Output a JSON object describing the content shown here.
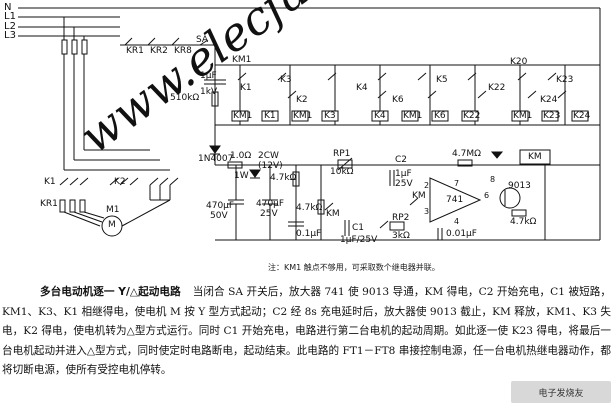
{
  "diagram": {
    "lines": [
      "N",
      "L1",
      "L2",
      "L3"
    ],
    "thermal_relays": [
      "KR1",
      "KR2",
      "KR8"
    ],
    "switch": "SA",
    "contactors": [
      "KM1",
      "K3",
      "K1",
      "K2",
      "K4",
      "K6",
      "K5",
      "K22",
      "K20",
      "K23",
      "K24"
    ],
    "motor_contacts": [
      "K1",
      "KR1",
      "K2",
      "M1",
      "M"
    ],
    "components": {
      "c1": "1μF",
      "r_left": "510kΩ",
      "r_left2": "1kV",
      "diode": "1N4007",
      "r1": "1.0Ω",
      "r1_power": "1W",
      "zener": "2CW",
      "zener_v": "(12V)",
      "c_470_50": "470μF",
      "c_470_50v": "50V",
      "c_470_25": "470μF",
      "c_470_25v": "25V",
      "r_47k_a": "4.7kΩ",
      "r_47k_b": "4.7kΩ",
      "c_01": "0.1μF",
      "rp1": "RP1",
      "rp1_val": "10kΩ",
      "c2": "C2",
      "c2_val": "1μF",
      "c2_v": "25V",
      "r_47m": "4.7MΩ",
      "km_relay": "KM",
      "opamp": "741",
      "transistor": "9013",
      "r_47k_t": "4.7kΩ",
      "km_contact": "KM",
      "rp2": "RP2",
      "rp2_val": "3kΩ",
      "c1_cap": "C1",
      "c1_val": "1μF/25V",
      "c_001": "0.01μF",
      "km_contact2": "KM",
      "pins": [
        "2",
        "3",
        "4",
        "6",
        "7",
        "8"
      ]
    },
    "note": "注：KM1 触点不够用，可采取数个继电器并联。"
  },
  "caption": {
    "title": "多台电动机逐一 Y/△起动电路",
    "body": "当闭合 SA 开关后，放大器 741 使 9013 导通，KM 得电，C2 开始充电，C1 被短路，KM1、K3、K1 相继得电，使电机 M 按 Y 型方式起动；C2 经 8s 充电延时后，放大器使 9013 截止，KM 释放，KM1、K3 失电，K2 得电，使电机转为△型方式运行。同时 C1 开始充电，电路进行第二台电机的起动周期。如此逐一使 K23 得电，将最后一台电机起动并进入△型方式，同时使定时电路断电，起动结束。此电路的 FT1－FT8 串接控制电源，任一台电机热继电器动作，都将切断电源，使所有受控电机停转。"
  },
  "watermark": "www.elecfans.com",
  "logo": "电子发烧友"
}
